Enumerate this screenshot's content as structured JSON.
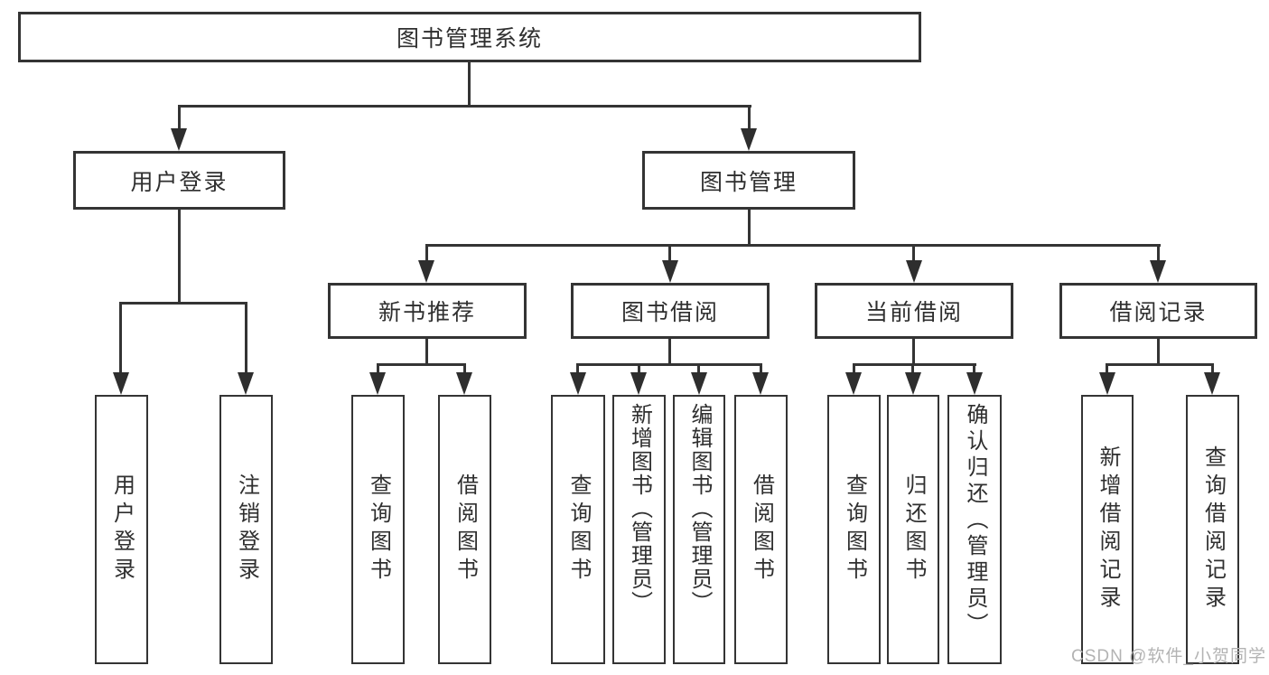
{
  "tree": {
    "label": "图书管理系统",
    "children": [
      {
        "label": "用户登录",
        "children": [
          {
            "label": "用户登录"
          },
          {
            "label": "注销登录"
          }
        ]
      },
      {
        "label": "图书管理",
        "children": [
          {
            "label": "新书推荐",
            "children": [
              {
                "label": "查询图书"
              },
              {
                "label": "借阅图书"
              }
            ]
          },
          {
            "label": "图书借阅",
            "children": [
              {
                "label": "查询图书"
              },
              {
                "label": "新增图书（管理员）"
              },
              {
                "label": "编辑图书（管理员）"
              },
              {
                "label": "借阅图书"
              }
            ]
          },
          {
            "label": "当前借阅",
            "children": [
              {
                "label": "查询图书"
              },
              {
                "label": "归还图书"
              },
              {
                "label": "确认归还（管理员）"
              }
            ]
          },
          {
            "label": "借阅记录",
            "children": [
              {
                "label": "新增借阅记录"
              },
              {
                "label": "查询借阅记录"
              }
            ]
          }
        ]
      }
    ]
  },
  "watermark": "CSDN @软件_小贺同学",
  "colors": {
    "line": "#343434",
    "text": "#2f2f2f",
    "watermark": "#b3b3b3",
    "background": "#ffffff"
  }
}
